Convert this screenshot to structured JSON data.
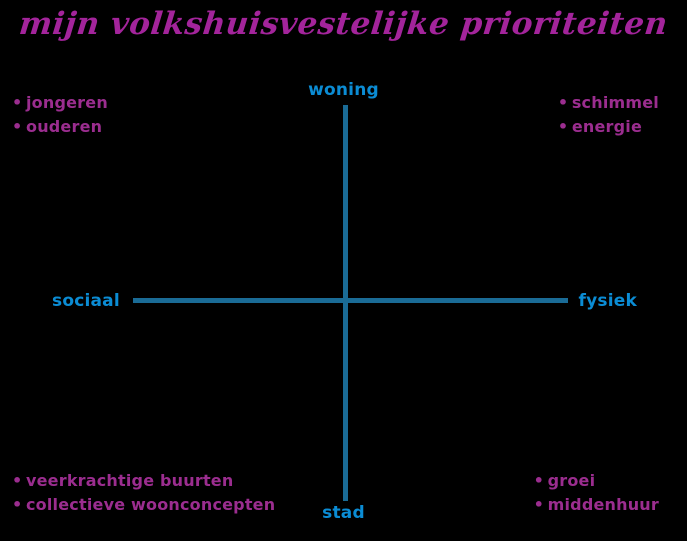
{
  "title": "mijn volkshuisvestelijke prioriteiten",
  "colors": {
    "background": "#000000",
    "title": "#a3249b",
    "note_text": "#9b2d8f",
    "axis_label": "#0b8cd4",
    "axis_line": "#1a6b96"
  },
  "bullet_glyph": "•",
  "axes": {
    "top": "woning",
    "bottom": "stad",
    "left": "sociaal",
    "right": "fysiek"
  },
  "quadrants": {
    "top_left": {
      "items": [
        "jongeren",
        "ouderen"
      ]
    },
    "top_right": {
      "items": [
        "schimmel",
        "energie"
      ]
    },
    "bottom_left": {
      "items": [
        "veerkrachtige buurten",
        "collectieve woonconcepten"
      ]
    },
    "bottom_right": {
      "items": [
        "groei",
        "middenhuur"
      ]
    }
  }
}
